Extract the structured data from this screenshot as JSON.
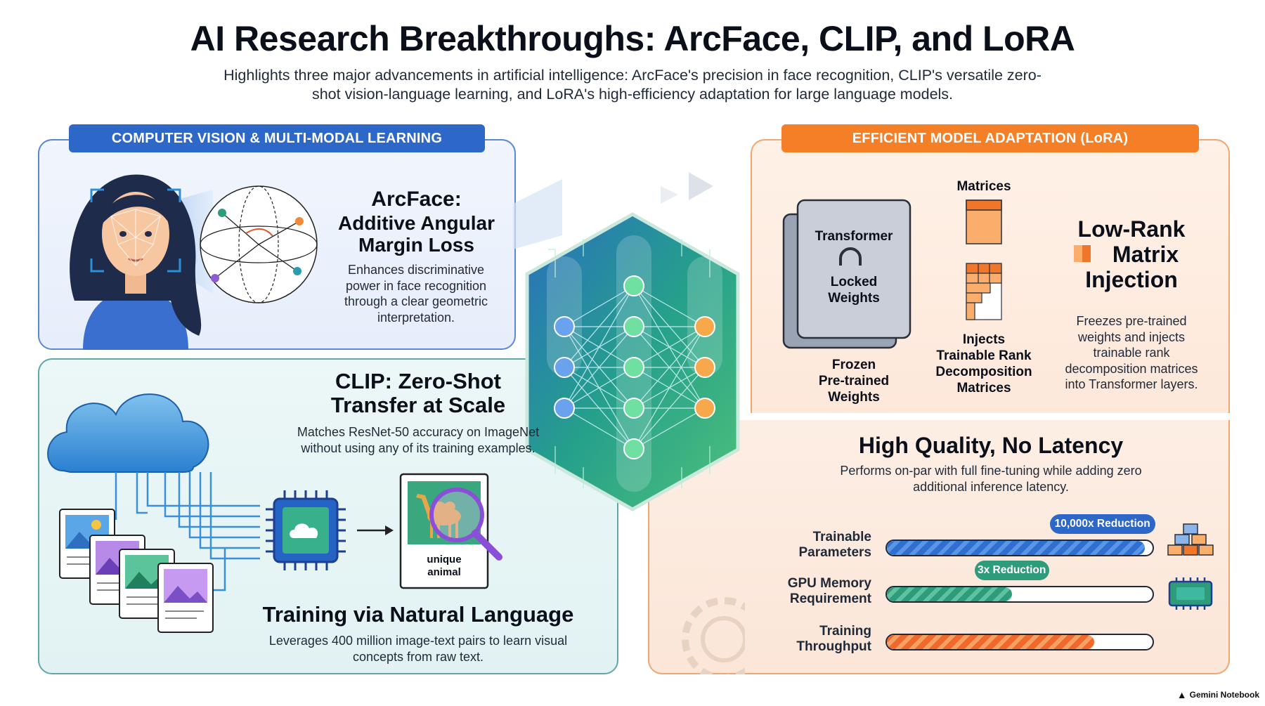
{
  "title": "AI Research Breakthroughs: ArcFace, CLIP, and LoRA",
  "subtitle": "Highlights three major advancements in artificial intelligence: ArcFace's precision in face recognition, CLIP's versatile zero-shot vision-language learning, and LoRA's high-efficiency adaptation for large language models.",
  "left_section": {
    "tab": "COMPUTER VISION & MULTI-MODAL LEARNING",
    "arcface": {
      "title_line1": "ArcFace:",
      "title_line2": "Additive Angular",
      "title_line3": "Margin Loss",
      "desc_line1": "Enhances discriminative",
      "desc_line2": "power in face recognition",
      "desc_line3": "through a clear geometric",
      "desc_line4": "interpretation."
    },
    "clip": {
      "title_line1": "CLIP: Zero-Shot",
      "title_line2": "Transfer at Scale",
      "desc_line1": "Matches ResNet-50 accuracy on ImageNet",
      "desc_line2": "without using any of its training examples.",
      "card_line1": "unique",
      "card_line2": "animal",
      "training_title": "Training via Natural Language",
      "training_line1": "Leverages 400 million image-text pairs to learn visual",
      "training_line2": "concepts from raw text."
    }
  },
  "right_section": {
    "tab": "EFFICIENT MODEL ADAPTATION (LoRA)",
    "transformer_label": "Transformer",
    "locked_line1": "Locked",
    "locked_line2": "Weights",
    "frozen_line1": "Frozen",
    "frozen_line2": "Pre-trained",
    "frozen_line3": "Weights",
    "matrices_label": "Matrices",
    "injects_line1": "Injects",
    "injects_line2": "Trainable Rank",
    "injects_line3": "Decomposition",
    "injects_line4": "Matrices",
    "lowrank_line1": "Low-Rank",
    "lowrank_line2": "Matrix",
    "lowrank_line3": "Injection",
    "lowrank_desc_line1": "Freezes pre-trained",
    "lowrank_desc_line2": "weights and injects",
    "lowrank_desc_line3": "trainable rank",
    "lowrank_desc_line4": "decomposition matrices",
    "lowrank_desc_line5": "into Transformer layers.",
    "quality_title": "High Quality, No Latency",
    "quality_line1": "Performs on-par with full fine-tuning while adding zero",
    "quality_line2": "additional inference latency.",
    "bars": [
      {
        "label_line1": "Trainable",
        "label_line2": "Parameters",
        "fill": 0.97,
        "badge": "10,000x Reduction",
        "color": "blue"
      },
      {
        "label_line1": "GPU Memory",
        "label_line2": "Requirement",
        "fill": 0.47,
        "badge": "3x Reduction",
        "color": "green"
      },
      {
        "label_line1": "Training",
        "label_line2": "Throughput",
        "fill": 0.78,
        "badge": "",
        "color": "orange"
      }
    ]
  },
  "footer": "Gemini Notebook",
  "colors": {
    "blue": "#2d68c9",
    "orange": "#f57f27",
    "teal": "#5ea9a8",
    "green": "#2e9c7a"
  }
}
